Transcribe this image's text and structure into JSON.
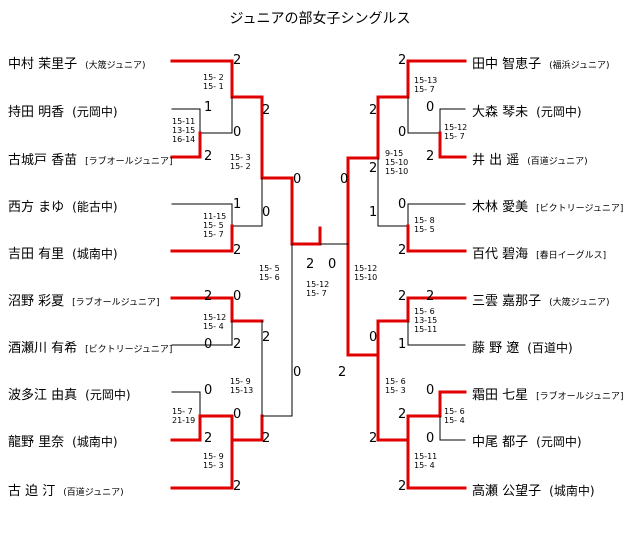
{
  "title": "ジュニアの部女子シングルス",
  "colors": {
    "win": "#e00000",
    "line": "#000000"
  },
  "left_players": [
    {
      "name": "中村 茉里子",
      "team": "(大筬ジュニア)",
      "small": true
    },
    {
      "name": "持田 明香",
      "team": "(元岡中)",
      "small": false
    },
    {
      "name": "古城戸 香苗",
      "team": "[ラブオールジュニア]",
      "small": true
    },
    {
      "name": "西方 まゆ",
      "team": "(能古中)",
      "small": false
    },
    {
      "name": "吉田 有里",
      "team": "(城南中)",
      "small": false
    },
    {
      "name": "沼野 彩夏",
      "team": "[ラブオールジュニア]",
      "small": true
    },
    {
      "name": "酒瀬川 有希",
      "team": "[ビクトリージュニア]",
      "small": true
    },
    {
      "name": "波多江 由真",
      "team": "(元岡中)",
      "small": false
    },
    {
      "name": "龍野 里奈",
      "team": "(城南中)",
      "small": false
    },
    {
      "name": "古 迫 汀",
      "team": "(百道ジュニア)",
      "small": true
    }
  ],
  "right_players": [
    {
      "name": "田中 智恵子",
      "team": "(福浜ジュニア)",
      "small": true
    },
    {
      "name": "大森 琴未",
      "team": "(元岡中)",
      "small": false
    },
    {
      "name": "井 出 遥",
      "team": "(百道ジュニア)",
      "small": true
    },
    {
      "name": "木林 愛美",
      "team": "[ビクトリージュニア]",
      "small": true
    },
    {
      "name": "百代 碧海",
      "team": "[春日イーグルス]",
      "small": true
    },
    {
      "name": "三雲 嘉那子",
      "team": "(大筬ジュニア)",
      "small": true
    },
    {
      "name": "藤 野 遼",
      "team": "(百道中)",
      "small": false
    },
    {
      "name": "霜田 七星",
      "team": "[ラブオールジュニア]",
      "small": true
    },
    {
      "name": "中尾 都子",
      "team": "(元岡中)",
      "small": false
    },
    {
      "name": "高瀬 公望子",
      "team": "(城南中)",
      "small": false
    }
  ],
  "scores": {
    "l_s1": "2",
    "l_s2": "1",
    "l_s3": "0",
    "l_s4": "2",
    "l_s5": "2",
    "l_s6": "0",
    "l_s7": "1",
    "l_s8": "2",
    "l_s9": "0",
    "l_s10": "2",
    "l_s11": "2",
    "l_s12": "0",
    "l_s13": "0",
    "l_s14": "2",
    "l_s15": "0",
    "l_s16": "2",
    "l_s17": "2",
    "l_s18": "0",
    "l_s19": "2",
    "l_s20": "2",
    "l_s21": "0",
    "r_s1": "2",
    "r_s2": "0",
    "r_s3": "0",
    "r_s4": "2",
    "r_s5": "2",
    "r_s6": "0",
    "r_s7": "1",
    "r_s8": "0",
    "r_s9": "2",
    "r_s10": "2",
    "r_s11": "0",
    "r_s12": "1",
    "r_s13": "0",
    "r_s14": "0",
    "r_s15": "2",
    "r_s16": "2",
    "r_s17": "2",
    "r_s18": "0",
    "r_s19": "2",
    "r_s20": "2",
    "r_s21": "2"
  },
  "games": {
    "lg1": "15- 2\n15- 1",
    "lg2": "15-11\n13-15\n16-14",
    "lg3": "15- 3\n15- 2",
    "lg4": "11-15\n15- 5\n15- 7",
    "lg5": "15- 5\n15- 6",
    "lg6": "15-12\n15- 4",
    "lg7": "15- 9\n15-13",
    "lg8": "15- 7\n21-19",
    "lg9": "15- 9\n15- 3",
    "final": "15-12\n15- 7",
    "rfinal": "15-12\n15-10",
    "rg1": "15-13\n15- 7",
    "rg2": "15-12\n15- 7",
    "rg3": "9-15\n15-10\n15-10",
    "rg4": "15- 8\n15- 5",
    "rg5": "15- 6\n13-15\n15-11",
    "rg6": "15- 6\n15- 3",
    "rg7": "15- 6\n15- 4",
    "rg8": "15-11\n15- 4"
  }
}
